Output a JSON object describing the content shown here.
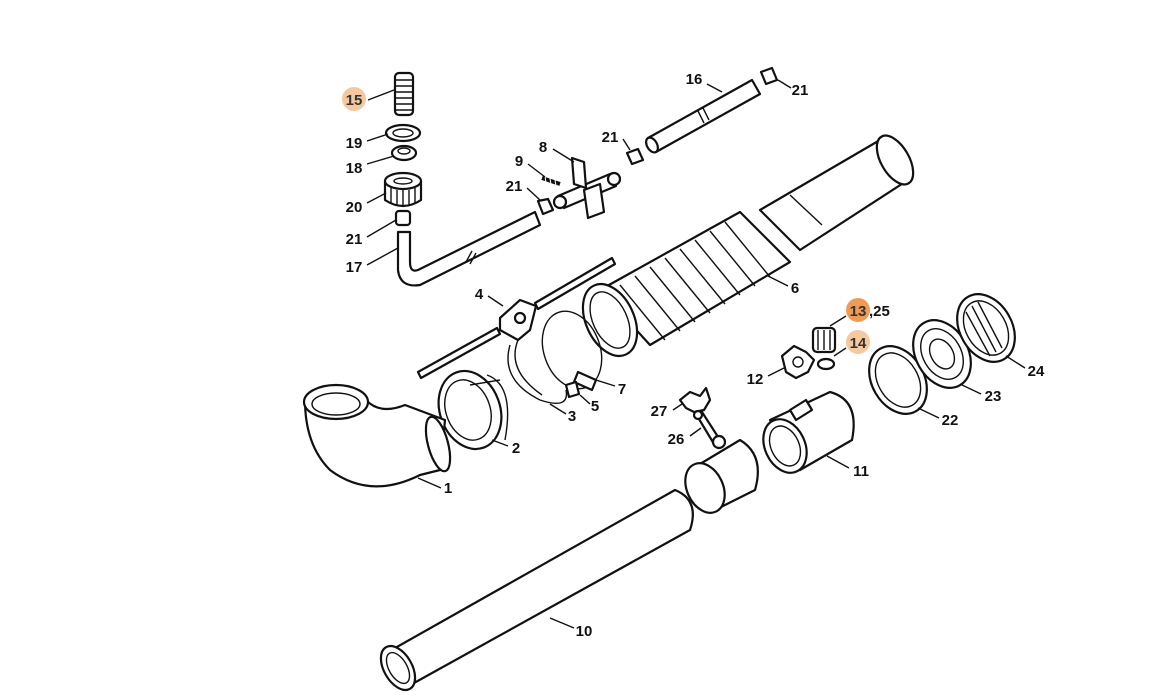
{
  "colors": {
    "line": "#111111",
    "background": "#ffffff",
    "highlight_light": "#f5c8a0",
    "highlight_strong": "#ef9a55"
  },
  "labels": {
    "p1": "1",
    "p2": "2",
    "p3": "3",
    "p4": "4",
    "p5": "5",
    "p6": "6",
    "p7": "7",
    "p8": "8",
    "p9": "9",
    "p10": "10",
    "p11": "11",
    "p12": "12",
    "p13": "13",
    "p13_suffix": ",25",
    "p14": "14",
    "p15": "15",
    "p16": "16",
    "p17": "17",
    "p18": "18",
    "p19": "19",
    "p20": "20",
    "p21a": "21",
    "p21b": "21",
    "p21c": "21",
    "p21d": "21",
    "p22": "22",
    "p23": "23",
    "p24": "24",
    "p26": "26",
    "p27": "27"
  },
  "highlighted_parts": [
    "13",
    "14",
    "15"
  ]
}
